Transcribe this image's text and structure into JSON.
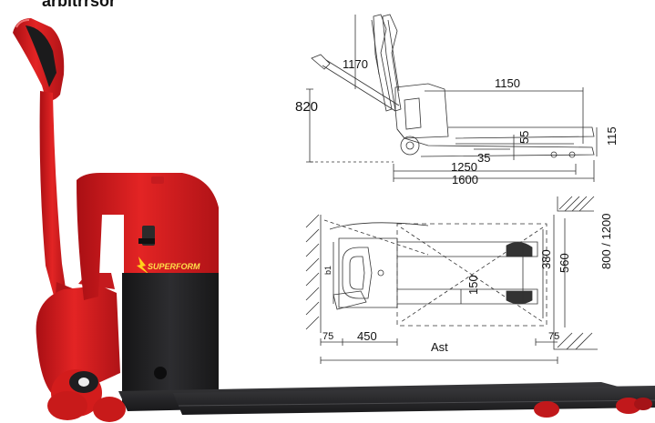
{
  "top_clipped_text": "arbitrrsor",
  "brand_decal": "SUPERFORM",
  "side_view": {
    "handle_angle_label": "1170",
    "height_label": "820",
    "fork_length_label": "1150",
    "lift_height_label": "115",
    "fork_height_label": "55",
    "ground_clearance_label": "35",
    "wheelbase_label": "1250",
    "overall_length_label": "1600"
  },
  "top_view": {
    "b1_label": "b1",
    "inner_width_label": "380",
    "outer_width_label": "560",
    "pallet_label": "800 / 1200",
    "fork_width_label": "150",
    "left_margin_label": "75",
    "body_length_label": "450",
    "aisle_label": "Ast",
    "right_margin_label": "75"
  },
  "colors": {
    "truck_red": "#d81e1e",
    "truck_dark_red": "#9b0f12",
    "body_black": "#1d1d1f",
    "fork_black": "#2b2b2d",
    "line": "#333333"
  }
}
